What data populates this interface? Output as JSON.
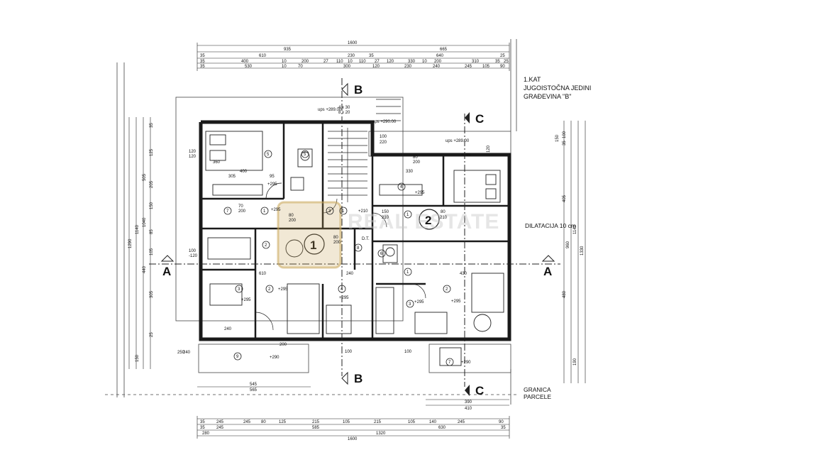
{
  "title_block": {
    "floor": "1.KAT",
    "unit": "JUGOISTOČNA JEDINI",
    "building": "GRAĐEVINA \"B\""
  },
  "sections": {
    "a": "A",
    "b": "B",
    "c": "C"
  },
  "units": {
    "u1": "1",
    "u2": "2"
  },
  "notes": {
    "dilatation": "DILATACIJA 10 cm",
    "boundary_1": "GRANICA",
    "boundary_2": "PARCELE",
    "dt": "D.T."
  },
  "top_dims": {
    "total": "1600",
    "row1": [
      "935",
      "665"
    ],
    "row2": [
      "35",
      "610",
      "230",
      "35",
      "640",
      "25"
    ],
    "row3": [
      "35",
      "400",
      "10",
      "200",
      "27",
      "110",
      "10",
      "110",
      "27",
      "120",
      "330",
      "10",
      "200",
      "310",
      "35",
      "25"
    ],
    "row4": [
      "35",
      "530",
      "10",
      "70",
      "300",
      "120",
      "230",
      "240",
      "245",
      "105",
      "90"
    ]
  },
  "bottom_dims": {
    "row1": [
      "35",
      "245",
      "245",
      "80",
      "125",
      "215",
      "105",
      "215",
      "105",
      "140",
      "245",
      "90"
    ],
    "row2": [
      "35",
      "245",
      "585",
      "630",
      "35"
    ],
    "row3": [
      "280",
      "1320"
    ],
    "total": "1600",
    "left_sub": [
      "545",
      "565"
    ],
    "right_sub": [
      "390",
      "410"
    ]
  },
  "left_dims": [
    "1290",
    "1140",
    "1040",
    "505",
    "440",
    "305",
    "205",
    "125",
    "150",
    "85",
    "105",
    "35",
    "150",
    "25"
  ],
  "right_dims": [
    "1330",
    "1140",
    "960",
    "480",
    "405",
    "35",
    "100",
    "150",
    "120",
    "190"
  ],
  "room_numbers": [
    "5",
    "5",
    "7",
    "1",
    "1",
    "3",
    "2",
    "4",
    "6",
    "8",
    "3",
    "2",
    "9",
    "1",
    "4",
    "1",
    "3",
    "2",
    "7"
  ],
  "levels": [
    "ups +289.00",
    "ups +290.00",
    "ups +289.00",
    "+295",
    "+295",
    "+295",
    "+295",
    "+295",
    "+295",
    "+210",
    "+295",
    "+295",
    "+290",
    "+290",
    "+295"
  ],
  "room_dims": [
    "400",
    "305",
    "95",
    "120",
    "120",
    "360",
    "70",
    "200",
    "80",
    "200",
    "100",
    "220",
    "330",
    "80",
    "210",
    "150",
    "210",
    "80",
    "200",
    "100",
    "610",
    "240",
    "430",
    "200",
    "240",
    "250",
    "240",
    "100",
    "230",
    "80",
    "200",
    "100",
    "-120",
    "4 x 30",
    "8 x 20"
  ],
  "watermark": "REAL ESTATE",
  "palette": {
    "wall": "#1a1a1a",
    "line": "#222222",
    "watermark": "#c9a557"
  }
}
